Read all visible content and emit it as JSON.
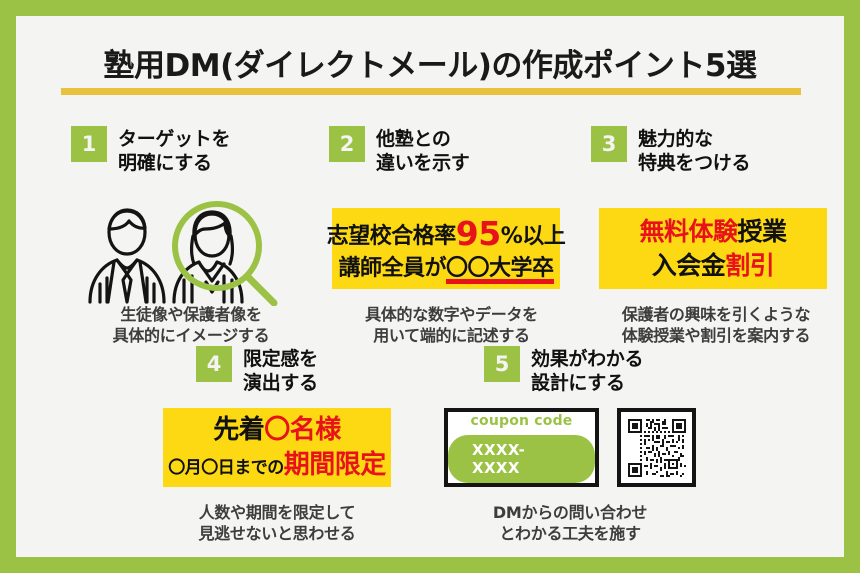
{
  "theme": {
    "frame_green": "#9BC245",
    "paper": "#F4F4F2",
    "accent_yellow": "#FCD913",
    "rule_yellow": "#E8C23C",
    "accent_red": "#E8131A",
    "ink": "#111111",
    "caption_ink": "#3D3D3D"
  },
  "header": {
    "title": "塾用DM(ダイレクトメール)の作成ポイント5選"
  },
  "points": [
    {
      "number": "1",
      "heading_line1": "ターゲットを",
      "heading_line2": "明確にする",
      "visual": "people-magnifier-illustration",
      "caption_line1": "生徒像や保護者像を",
      "caption_line2": "具体的にイメージする"
    },
    {
      "number": "2",
      "heading_line1": "他塾との",
      "heading_line2": "違いを示す",
      "visual": "yellow-sample-box",
      "sample_line1_a": "志望校合格率",
      "sample_line1_b": "95",
      "sample_line1_c": "%以上",
      "sample_line2_a": "講師全員が",
      "sample_line2_b": "〇〇大学卒",
      "caption_line1": "具体的な数字やデータを",
      "caption_line2": "用いて端的に記述する"
    },
    {
      "number": "3",
      "heading_line1": "魅力的な",
      "heading_line2": "特典をつける",
      "visual": "yellow-sample-box",
      "sample_line1_a": "無料体験",
      "sample_line1_b": "授業",
      "sample_line2_a": "入会金",
      "sample_line2_b": "割引",
      "caption_line1": "保護者の興味を引くような",
      "caption_line2": "体験授業や割引を案内する"
    },
    {
      "number": "4",
      "heading_line1": "限定感を",
      "heading_line2": "演出する",
      "visual": "yellow-sample-box",
      "sample_line1_a": "先着",
      "sample_line1_b": "〇名様",
      "sample_line2_a": "〇月〇日までの",
      "sample_line2_b": "期間限定",
      "caption_line1": "人数や期間を限定して",
      "caption_line2": "見逃せないと思わせる"
    },
    {
      "number": "5",
      "heading_line1": "効果がわかる",
      "heading_line2": "設計にする",
      "visual": "coupon-and-qr",
      "coupon_label": "coupon code",
      "coupon_value": "XXXX-XXXX",
      "qr_alt": "qr-code",
      "caption_line1": "DMからの問い合わせ",
      "caption_line2": "とわかる工夫を施す"
    }
  ]
}
